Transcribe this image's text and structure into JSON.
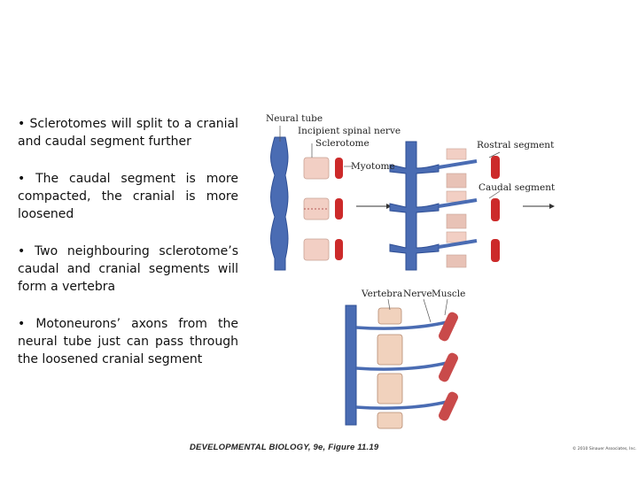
{
  "bullets": [
    "• Sclerotomes will split to a cranial and caudal segment further",
    "• The caudal segment is more compacted, the cranial is more loosened",
    "• Two neighbouring sclerotome’s caudal and cranial segments will form a vertebra",
    "• Motoneurons’ axons from the neural tube just can pass through the loosened cranial segment"
  ],
  "figure": {
    "labels": {
      "neural_tube": "Neural tube",
      "incipient_spinal_nerve": "Incipient spinal nerve",
      "sclerotome": "Sclerotome",
      "myotome": "Myotome",
      "rostral_segment": "Rostral segment",
      "caudal_segment": "Caudal segment",
      "vertebra": "Vertebra",
      "nerve": "Nerve",
      "muscle": "Muscle"
    },
    "colors": {
      "tube": "#4a6cb3",
      "tube_dark": "#2f4f95",
      "sclerotome": "#f2cfc4",
      "myotome": "#cc2a2a",
      "vertebra": "#f1d2bd",
      "muscle": "#c94a4a"
    }
  },
  "caption": "DEVELOPMENTAL BIOLOGY, 9e, Figure 11.19",
  "copyright": "© 2010 Sinauer Associates, Inc."
}
